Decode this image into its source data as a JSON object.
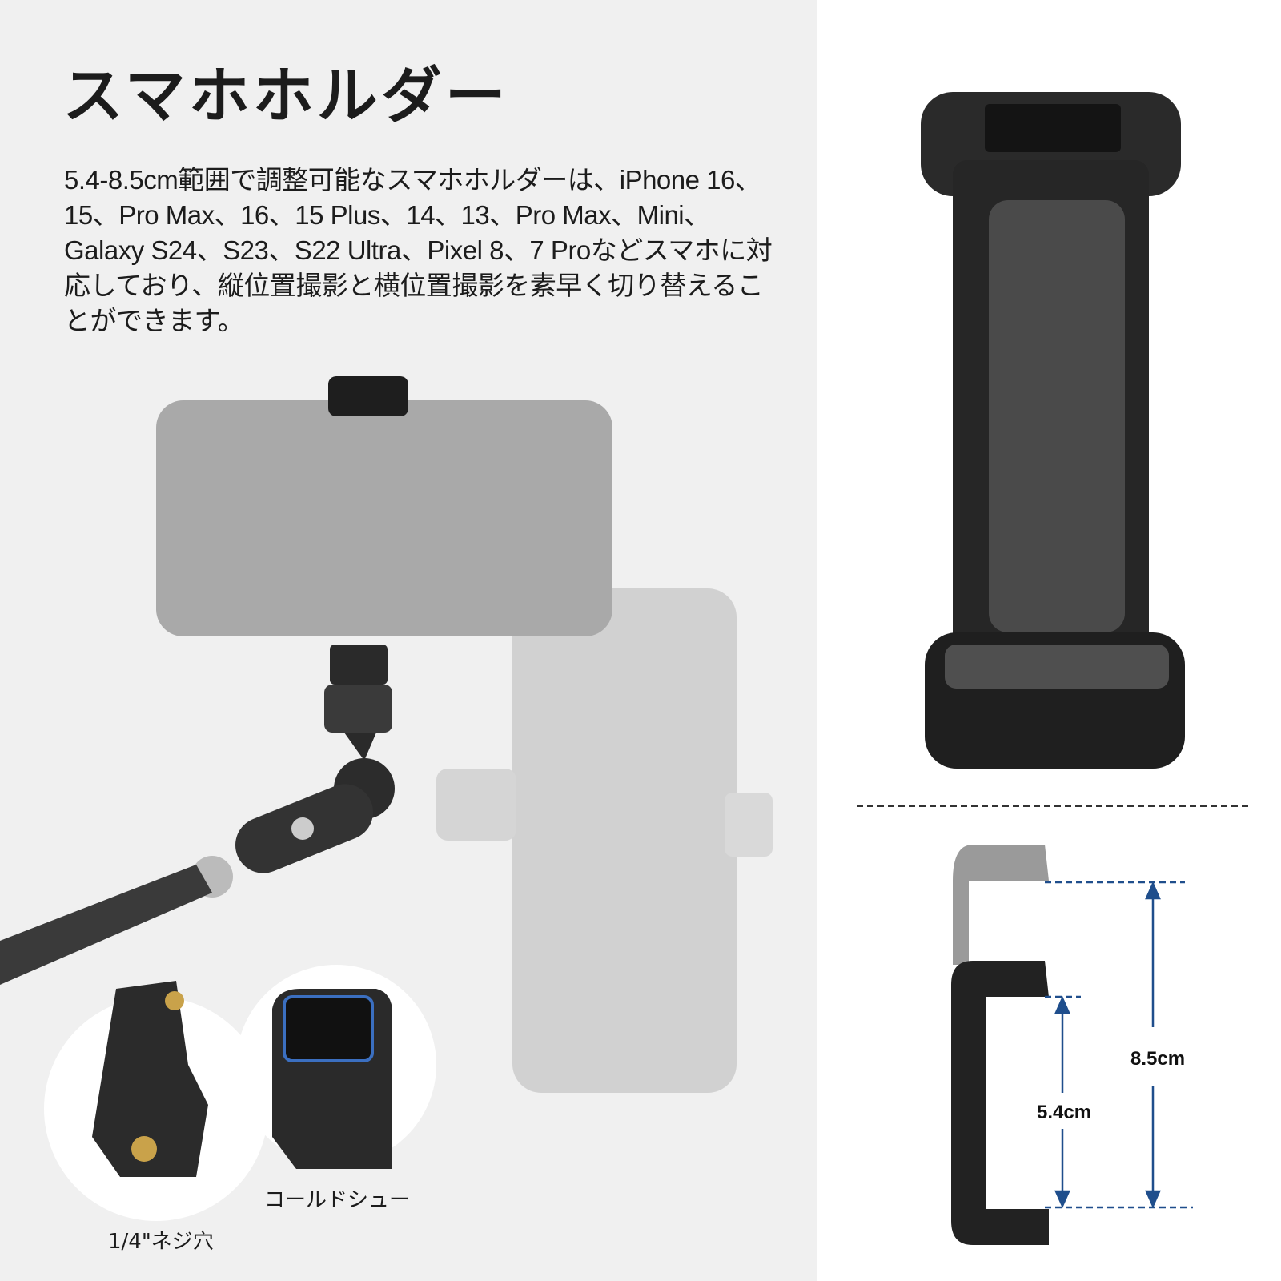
{
  "title": "スマホホルダー",
  "description": "5.4-8.5cm範囲で調整可能なスマホホルダーは、iPhone 16、15、Pro Max、16、15 Plus、14、13、Pro Max、Mini、Galaxy S24、S23、S22 Ultra、Pixel 8、7 Proなどスマホに対応しており、縦位置撮影と横位置撮影を素早く切り替えることができます。",
  "callouts": {
    "screw_hole": "1/4\"ネジ穴",
    "cold_shoe": "コールドシュー"
  },
  "dimensions": {
    "min": "5.4cm",
    "max": "8.5cm",
    "arrow_color": "#1f4e8c"
  }
}
